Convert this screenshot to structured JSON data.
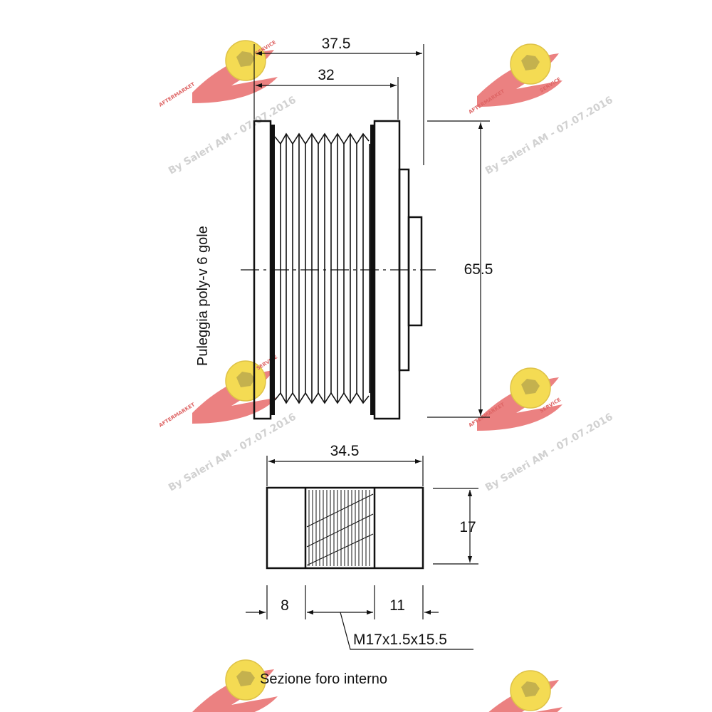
{
  "drawing": {
    "dimensions": {
      "overall_length": "37.5",
      "pulley_length": "32",
      "outer_diameter": "65.5",
      "bore_length": "34.5",
      "bore_diameter": "17",
      "left_step": "8",
      "right_step": "11",
      "thread": "M17x1.5x15.5"
    },
    "labels": {
      "side_title": "Puleggia poly-v 6 gole",
      "section_title": "Sezione foro interno"
    }
  },
  "watermark": {
    "signature": "By Saleri AM - 07.07.2016",
    "logo_text": "SERVICE",
    "logo_text_2": "AFTERMARKET",
    "colors": {
      "wing": "#e86b6b",
      "badge": "#f3d535"
    }
  }
}
